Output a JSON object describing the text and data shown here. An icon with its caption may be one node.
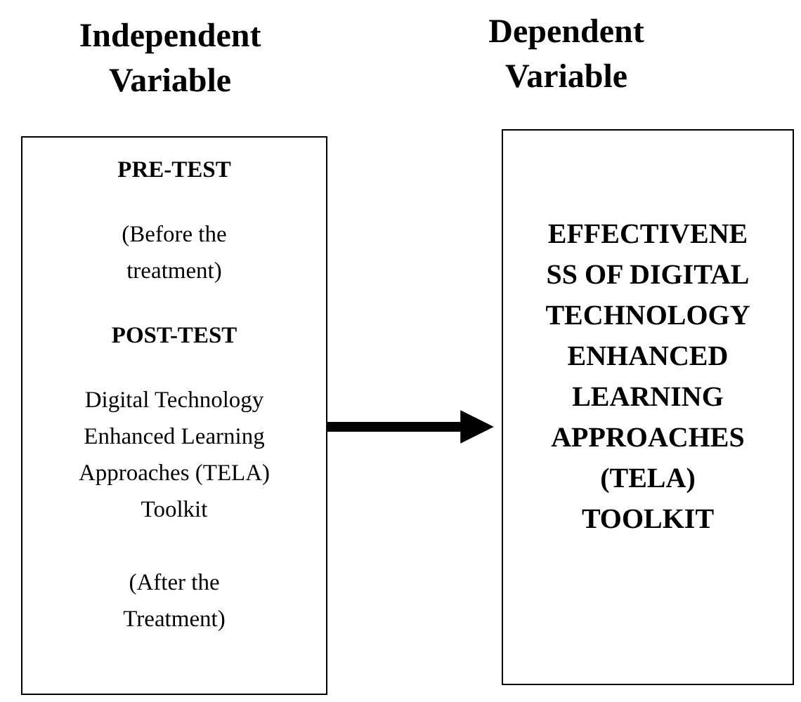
{
  "diagram": {
    "nodes": [
      {
        "text": [
          "Independent Variable",
          "PRE-TEST",
          "(Before the treatment)",
          "POST-TEST",
          "Digital Technology Enhanced Learning Approaches (TELA) Toolkit",
          "(After the Treatment)"
        ]
      },
      {
        "text": [
          "Dependent Variable",
          "EFFECTIVENE SS OF DIGITAL TECHNOLOGY ENHANCED LEARNING APPROACHES (TELA) TOOLKIT"
        ]
      }
    ],
    "edges": [
      {
        "from": 0,
        "to": 1,
        "arrow": "to"
      }
    ]
  }
}
